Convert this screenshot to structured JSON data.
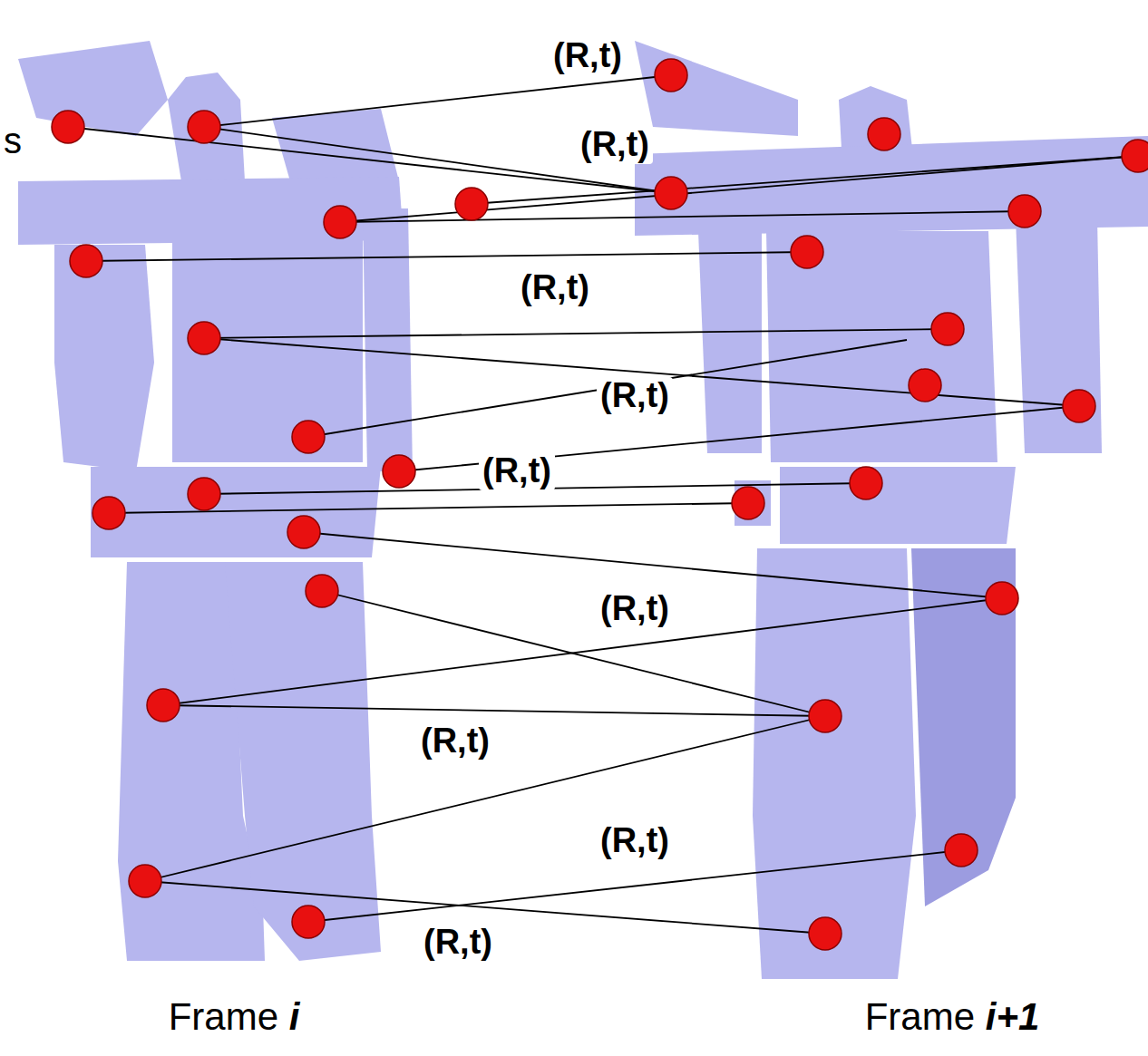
{
  "diagram": {
    "labels": [
      "s",
      "(R,t)",
      "(R,t)",
      "(R,t)",
      "(R,t)",
      "(R,t)",
      "(R,t)",
      "(R,t)",
      "(R,t)",
      "(R,t)",
      "Frame i",
      "Frame i+1"
    ]
  }
}
